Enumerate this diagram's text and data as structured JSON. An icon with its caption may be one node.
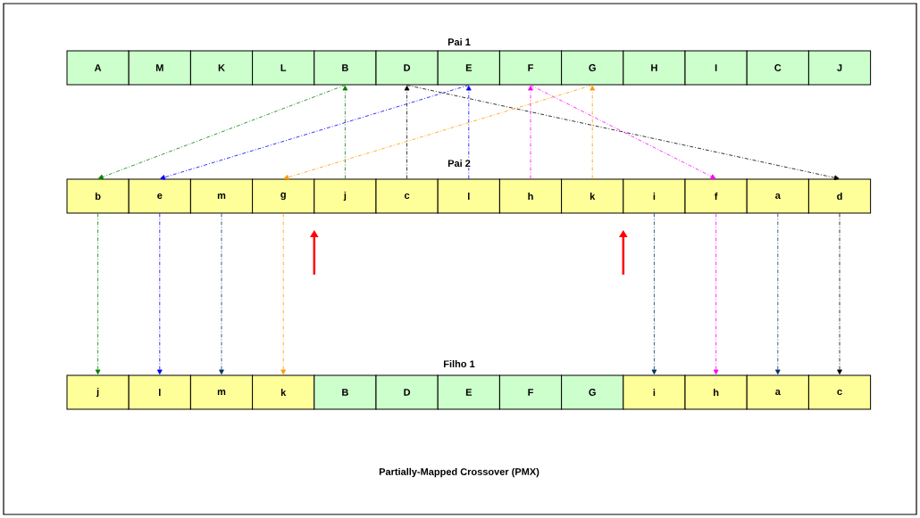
{
  "diagram": {
    "caption": "Partially-Mapped Crossover (PMX)",
    "nodes": [
      {
        "text": [
          "A"
        ]
      },
      {
        "text": [
          "M"
        ]
      },
      {
        "text": [
          "K"
        ]
      },
      {
        "text": [
          "L"
        ]
      },
      {
        "text": [
          "B"
        ]
      },
      {
        "text": [
          "D"
        ]
      },
      {
        "text": [
          "E"
        ]
      },
      {
        "text": [
          "F"
        ]
      },
      {
        "text": [
          "G"
        ]
      },
      {
        "text": [
          "H"
        ]
      },
      {
        "text": [
          "I"
        ]
      },
      {
        "text": [
          "C"
        ]
      },
      {
        "text": [
          "J"
        ]
      },
      {
        "text": [
          "b"
        ]
      },
      {
        "text": [
          "e"
        ]
      },
      {
        "text": [
          "m"
        ]
      },
      {
        "text": [
          "g"
        ]
      },
      {
        "text": [
          "j"
        ]
      },
      {
        "text": [
          "c"
        ]
      },
      {
        "text": [
          "l"
        ]
      },
      {
        "text": [
          "h"
        ]
      },
      {
        "text": [
          "k"
        ]
      },
      {
        "text": [
          "i"
        ]
      },
      {
        "text": [
          "f"
        ]
      },
      {
        "text": [
          "a"
        ]
      },
      {
        "text": [
          "d"
        ]
      },
      {
        "text": [
          "j"
        ]
      },
      {
        "text": [
          "l"
        ]
      },
      {
        "text": [
          "m"
        ]
      },
      {
        "text": [
          "k"
        ]
      },
      {
        "text": [
          "B"
        ]
      },
      {
        "text": [
          "D"
        ]
      },
      {
        "text": [
          "E"
        ]
      },
      {
        "text": [
          "F"
        ]
      },
      {
        "text": [
          "G"
        ]
      },
      {
        "text": [
          "i"
        ]
      },
      {
        "text": [
          "h"
        ]
      },
      {
        "text": [
          "a"
        ]
      },
      {
        "text": [
          "c"
        ]
      }
    ],
    "edges": [
      {
        "from": 17,
        "to": 4,
        "arrow": "to",
        "color": "#008000"
      },
      {
        "from": 4,
        "to": 13,
        "arrow": "to",
        "color": "#008000"
      },
      {
        "from": 13,
        "to": 26,
        "arrow": "to",
        "color": "#008000"
      },
      {
        "from": 18,
        "to": 5,
        "arrow": "to",
        "color": "#000000"
      },
      {
        "from": 5,
        "to": 25,
        "arrow": "to",
        "color": "#000000"
      },
      {
        "from": 25,
        "to": 38,
        "arrow": "to",
        "color": "#000000"
      },
      {
        "from": 19,
        "to": 6,
        "arrow": "to",
        "color": "#0000ff"
      },
      {
        "from": 6,
        "to": 14,
        "arrow": "to",
        "color": "#0000ff"
      },
      {
        "from": 14,
        "to": 27,
        "arrow": "to",
        "color": "#0000ff"
      },
      {
        "from": 20,
        "to": 7,
        "arrow": "to",
        "color": "#ff00ff"
      },
      {
        "from": 7,
        "to": 23,
        "arrow": "to",
        "color": "#ff00ff"
      },
      {
        "from": 23,
        "to": 36,
        "arrow": "to",
        "color": "#ff00ff"
      },
      {
        "from": 21,
        "to": 8,
        "arrow": "to",
        "color": "#ff9900"
      },
      {
        "from": 8,
        "to": 16,
        "arrow": "to",
        "color": "#ff9900"
      },
      {
        "from": 16,
        "to": 29,
        "arrow": "to",
        "color": "#ff9900"
      },
      {
        "from": 15,
        "to": 28,
        "arrow": "to",
        "color": "#003366"
      },
      {
        "from": 22,
        "to": 35,
        "arrow": "to",
        "color": "#003366"
      },
      {
        "from": 24,
        "to": 37,
        "arrow": "to",
        "color": "#003366"
      }
    ],
    "labels": [
      "Pai 1",
      "Pai 2",
      "Filho 1"
    ]
  }
}
